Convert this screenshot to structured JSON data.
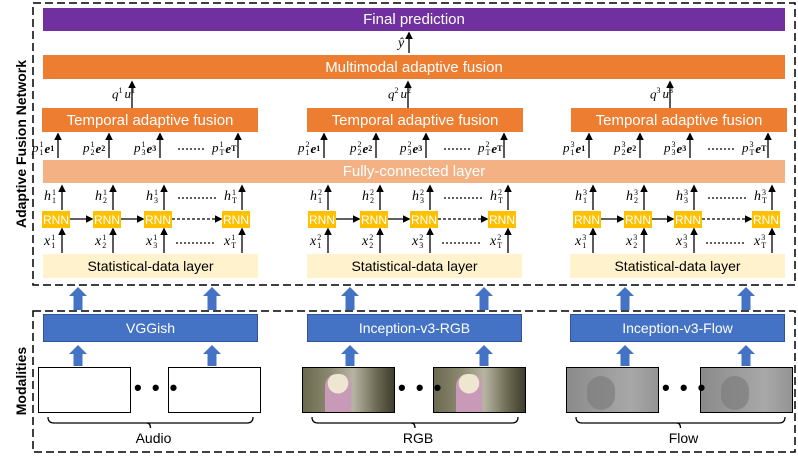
{
  "group_labels": {
    "top": "Adaptive Fusion Network",
    "bottom": "Modalities"
  },
  "final_prediction": "Final prediction",
  "y_hat": "ŷ",
  "multimodal_fusion": "Multimodal adaptive fusion",
  "fully_connected": "Fully-connected layer",
  "columns": [
    {
      "qu": [
        "q",
        "1",
        "u",
        "1"
      ],
      "temporal": "Temporal adaptive fusion",
      "pe": [
        [
          "p",
          "1",
          "1",
          "e",
          "1"
        ],
        [
          "p",
          "1",
          "2",
          "e",
          "2"
        ],
        [
          "p",
          "1",
          "3",
          "e",
          "3"
        ],
        [
          "p",
          "1",
          "T",
          "e",
          "T"
        ]
      ],
      "h": [
        [
          "h",
          "1",
          "1"
        ],
        [
          "h",
          "1",
          "2"
        ],
        [
          "h",
          "1",
          "3"
        ],
        [
          "h",
          "1",
          "T"
        ]
      ],
      "rnn": [
        "RNN",
        "RNN",
        "RNN",
        "RNN"
      ],
      "x": [
        [
          "x",
          "1",
          "1"
        ],
        [
          "x",
          "1",
          "2"
        ],
        [
          "x",
          "1",
          "3"
        ],
        [
          "x",
          "1",
          "T"
        ]
      ],
      "statistical": "Statistical-data layer",
      "extractor": "VGGish",
      "caption": "Audio",
      "kind": "audio"
    },
    {
      "qu": [
        "q",
        "2",
        "u",
        "2"
      ],
      "temporal": "Temporal adaptive fusion",
      "pe": [
        [
          "p",
          "2",
          "1",
          "e",
          "1"
        ],
        [
          "p",
          "2",
          "2",
          "e",
          "2"
        ],
        [
          "p",
          "2",
          "3",
          "e",
          "3"
        ],
        [
          "p",
          "2",
          "T",
          "e",
          "T"
        ]
      ],
      "h": [
        [
          "h",
          "2",
          "1"
        ],
        [
          "h",
          "2",
          "2"
        ],
        [
          "h",
          "2",
          "3"
        ],
        [
          "h",
          "2",
          "T"
        ]
      ],
      "rnn": [
        "RNN",
        "RNN",
        "RNN",
        "RNN"
      ],
      "x": [
        [
          "x",
          "2",
          "1"
        ],
        [
          "x",
          "2",
          "2"
        ],
        [
          "x",
          "2",
          "3"
        ],
        [
          "x",
          "2",
          "T"
        ]
      ],
      "statistical": "Statistical-data layer",
      "extractor": "Inception-v3-RGB",
      "caption": "RGB",
      "kind": "rgb"
    },
    {
      "qu": [
        "q",
        "3",
        "u",
        "3"
      ],
      "temporal": "Temporal adaptive fusion",
      "pe": [
        [
          "p",
          "3",
          "1",
          "e",
          "1"
        ],
        [
          "p",
          "3",
          "2",
          "e",
          "2"
        ],
        [
          "p",
          "3",
          "3",
          "e",
          "3"
        ],
        [
          "p",
          "3",
          "T",
          "e",
          "T"
        ]
      ],
      "h": [
        [
          "h",
          "3",
          "1"
        ],
        [
          "h",
          "3",
          "2"
        ],
        [
          "h",
          "3",
          "3"
        ],
        [
          "h",
          "3",
          "T"
        ]
      ],
      "rnn": [
        "RNN",
        "RNN",
        "RNN",
        "RNN"
      ],
      "x": [
        [
          "x",
          "3",
          "1"
        ],
        [
          "x",
          "3",
          "2"
        ],
        [
          "x",
          "3",
          "3"
        ],
        [
          "x",
          "3",
          "T"
        ]
      ],
      "statistical": "Statistical-data layer",
      "extractor": "Inception-v3-Flow",
      "caption": "Flow",
      "kind": "flow"
    }
  ],
  "colors": {
    "purple": "#7030a0",
    "orange": "#ed7d31",
    "peach": "#f4b183",
    "cream": "#fff2cc",
    "rnn": "#ffc000",
    "blue": "#4472c4",
    "audio_wave": "#0000ee"
  }
}
